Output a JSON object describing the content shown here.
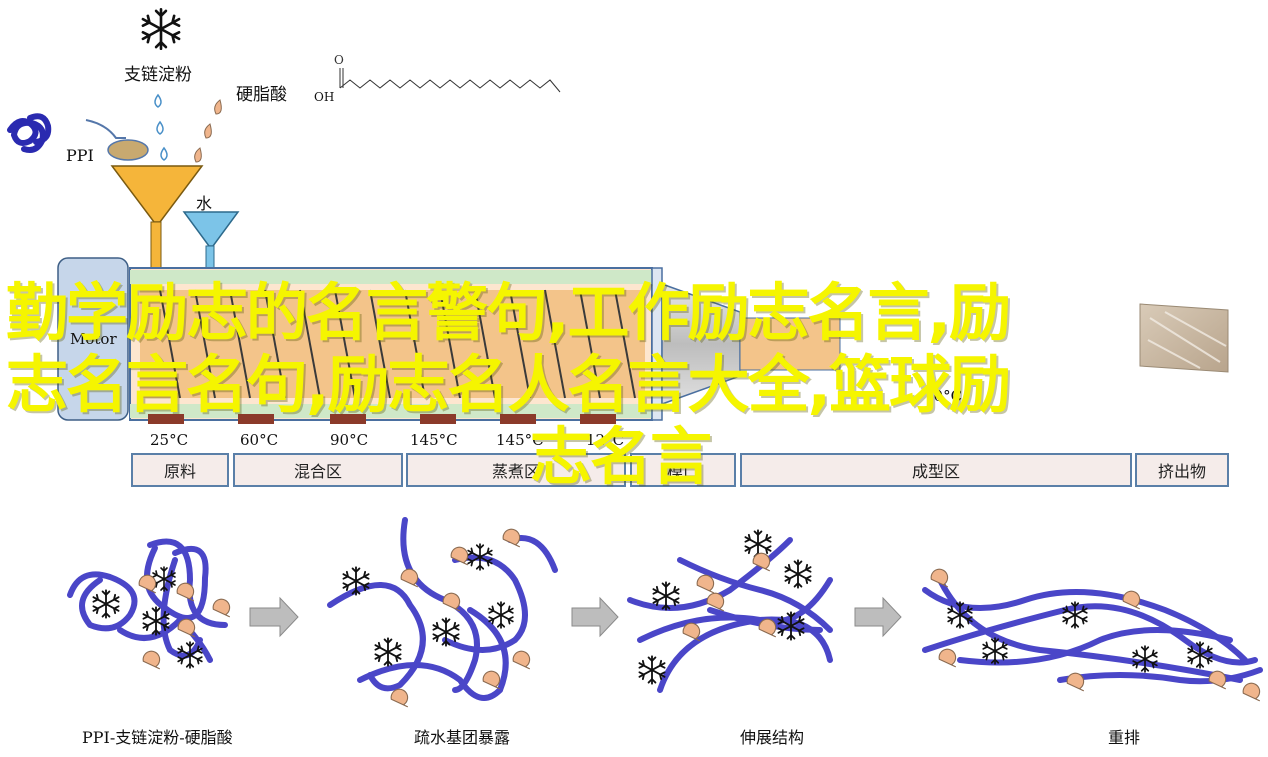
{
  "ingredients": {
    "starch": "支链淀粉",
    "fatty_acid": "硬脂酸",
    "fatty_acid_formula": "OH",
    "protein": "PPI",
    "water": "水"
  },
  "machine": {
    "motor_label": "Motor",
    "final_temp": "70°C",
    "temperatures": [
      "25°C",
      "60°C",
      "90°C",
      "145°C",
      "145°C",
      "12°C"
    ]
  },
  "zones": [
    "原料",
    "混合区",
    "蒸煮区",
    "模口",
    "成型区",
    "挤出物"
  ],
  "stages": [
    "PPI-支链淀粉-硬脂酸",
    "疏水基团暴露",
    "伸展结构",
    "重排"
  ],
  "overlay": {
    "line1": "勤学励志的名言警句,工作励志名言,励",
    "line2": "志名言名句,励志名人名言大全,篮球励",
    "line3": "志名言"
  },
  "colors": {
    "barrel_fill": "#fde6cf",
    "barrel_border": "#4a6fa0",
    "hopper": "#f5b53a",
    "water_funnel": "#7cc4e8",
    "chain": "#4a46c8",
    "bead": "#f0b58c",
    "overlay_text": "#f5f500"
  }
}
